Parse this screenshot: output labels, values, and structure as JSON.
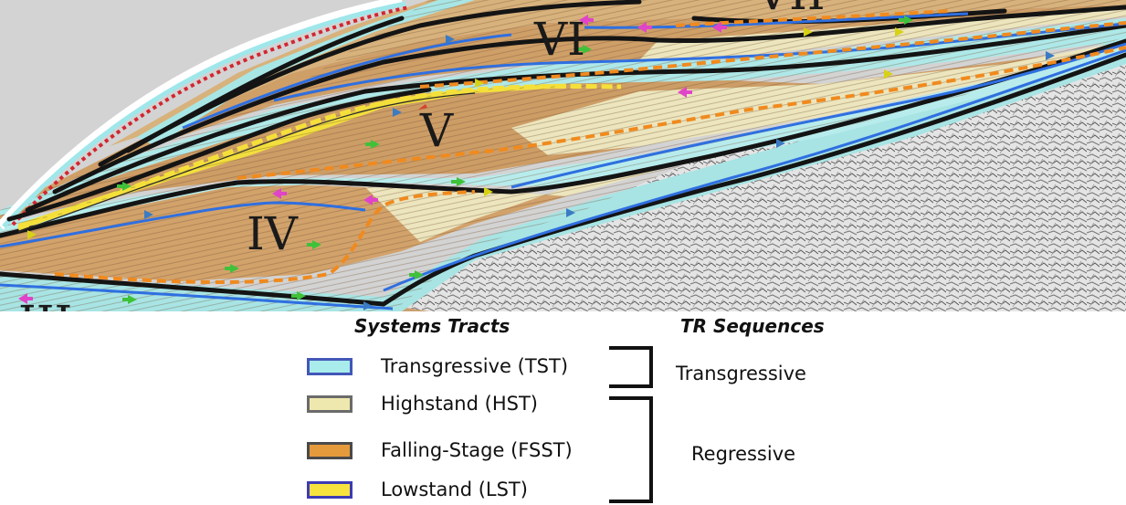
{
  "section": {
    "sequence_labels": [
      {
        "id": "IV",
        "text": "IV"
      },
      {
        "id": "V",
        "text": "V"
      },
      {
        "id": "VI",
        "text": "VI"
      },
      {
        "id": "VII",
        "text": "VII"
      },
      {
        "id": "III",
        "text": "III"
      }
    ]
  },
  "legend": {
    "systems_tracts_heading": "Systems Tracts",
    "tr_sequences_heading": "TR Sequences",
    "items": [
      {
        "label": "Transgressive  (TST)",
        "fill": "#a9ecec",
        "border": "#4357b8"
      },
      {
        "label": "Highstand  (HST)",
        "fill": "#efe8ae",
        "border": "#6b6b6b"
      },
      {
        "label": "Falling-Stage (FSST)",
        "fill": "#e59a3c",
        "border": "#4a4a4a"
      },
      {
        "label": "Lowstand (LST)",
        "fill": "#f7e33d",
        "border": "#3c3cb4"
      }
    ],
    "tr_groups": [
      {
        "label": "Transgressive"
      },
      {
        "label": "Regressive"
      }
    ]
  },
  "colors": {
    "tst": "#a9e8e8",
    "hst": "#ece5bd",
    "fsst": "#d6a36c",
    "lst": "#f2df3c",
    "surface": "#141414",
    "mfs": "#2f6fe0",
    "sb": "#f08a1e",
    "basement": "#cfcfcf"
  }
}
